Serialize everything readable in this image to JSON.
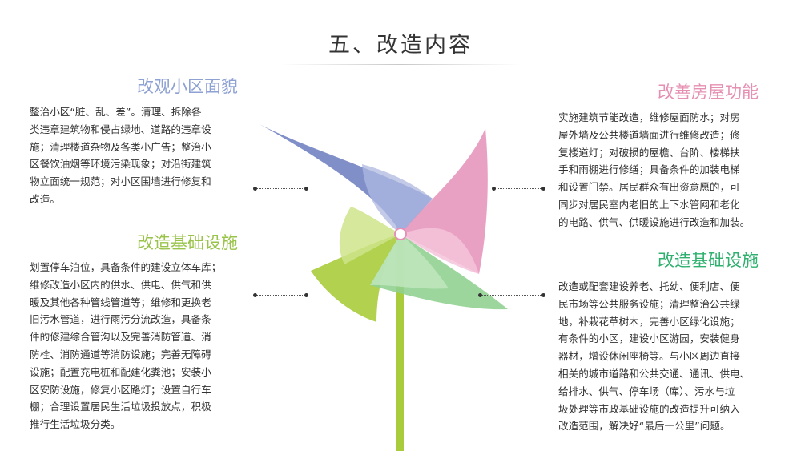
{
  "title": "五、改造内容",
  "sections": {
    "top_left": {
      "heading": "改观小区面貌",
      "color": "#8ea1d3",
      "lines": [
        "整治小区“脏、乱、差”。清理、拆除各",
        "类违章建筑物和侵占绿地、道路的违章设",
        "施；清理楼道杂物及各类小广告；整治小",
        "区餐饮油烟等环境污染现象；对沿街建筑",
        "物立面统一规范；对小区围墙进行修复和",
        "改造。"
      ]
    },
    "bottom_left": {
      "heading": "改造基础设施",
      "color": "#9ac34a",
      "lines": [
        "划置停车泊位，具备条件的建设立体车库；",
        "维修改造小区内的供水、供电、供气和供",
        "暖及其他各种管线管道等；维修和更换老",
        "旧污水管道，进行雨污分流改造，具备条",
        "件的修建综合管沟以及完善消防管道、消",
        "防栓、消防通道等消防设施；完善无障碍",
        "设施；配置充电桩和配建化粪池；安装小",
        "区安防设施，修复小区路灯；设置自行车",
        "棚；合理设置居民生活垃圾投放点，积极",
        "推行生活垃圾分类。"
      ]
    },
    "top_right": {
      "heading": "改善房屋功能",
      "color": "#e58fb2",
      "lines": [
        "实施建筑节能改造，维修屋面防水；对房",
        "屋外墙及公共楼道墙面进行维修改造；修",
        "复楼道灯；对破损的屋檐、台阶、楼梯扶",
        "手和雨棚进行修缮；具备条件的加装电梯",
        "和设置门禁。居民群众有出资意愿的，可",
        "同步对居民室内老旧的上下水管网和老化",
        "的电路、供气、供暖设施进行改造和加装。"
      ]
    },
    "bottom_right": {
      "heading": "改造基础设施",
      "color": "#2fb06e",
      "lines": [
        "改造或配套建设养老、托幼、便利店、便",
        "民市场等公共服务设施；清理整治公共绿",
        "地，补栽花草树木，完善小区绿化设施；",
        "有条件的小区，建设小区游园，安装健身",
        "器材，增设休闲座椅等。与小区周边直接",
        "相关的城市道路和公共交通、通讯、供电、",
        "给排水、供气、停车场（库）、污水与垃",
        "圾处理等市政基础设施的改造提升可纳入",
        "改造范围，解决好“最后一公里”问题。"
      ]
    }
  },
  "pinwheel_colors": {
    "blade_top_left": "#6f7fc1",
    "blade_top_right": "#e590b9",
    "blade_bottom_left": "#a8cc3c",
    "blade_bottom_right": "#8fd08f",
    "stick": "#a8cc3c"
  }
}
